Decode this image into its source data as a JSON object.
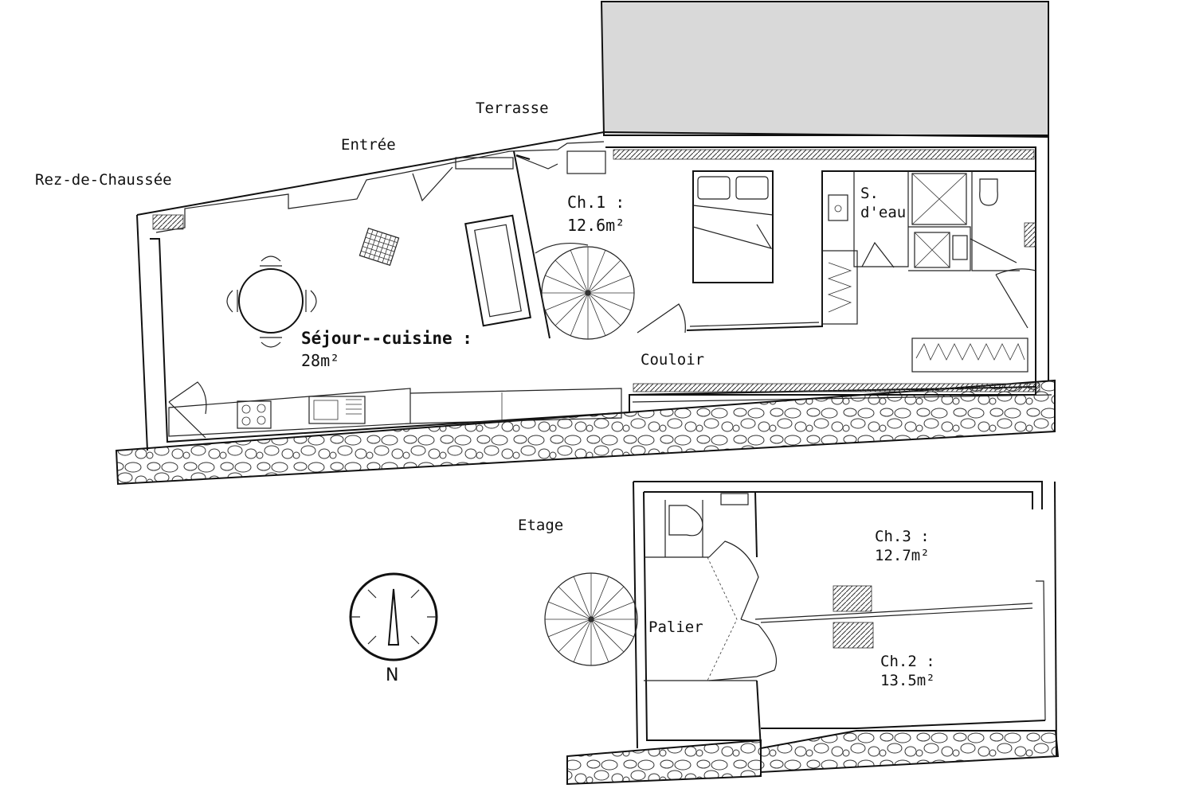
{
  "floors": {
    "ground": {
      "name": "Rez-de-Chaussée",
      "entrance": "Entrée",
      "terrace": "Terrasse",
      "living_name": "Séjour--cuisine :",
      "living_area": "28m²",
      "bedroom1_name": "Ch.1 :",
      "bedroom1_area": "12.6m²",
      "bathroom_line1": "S.",
      "bathroom_line2": "d'eau",
      "corridor": "Couloir"
    },
    "upper": {
      "name": "Etage",
      "landing": "Palier",
      "bedroom3_name": "Ch.3 :",
      "bedroom3_area": "12.7m²",
      "bedroom2_name": "Ch.2 :",
      "bedroom2_area": "13.5m²"
    }
  },
  "compass": {
    "north_label": "N"
  },
  "colors": {
    "neighbor_block": "#d9d9d9",
    "wall_line": "#111111",
    "stone": "#ffffff"
  }
}
